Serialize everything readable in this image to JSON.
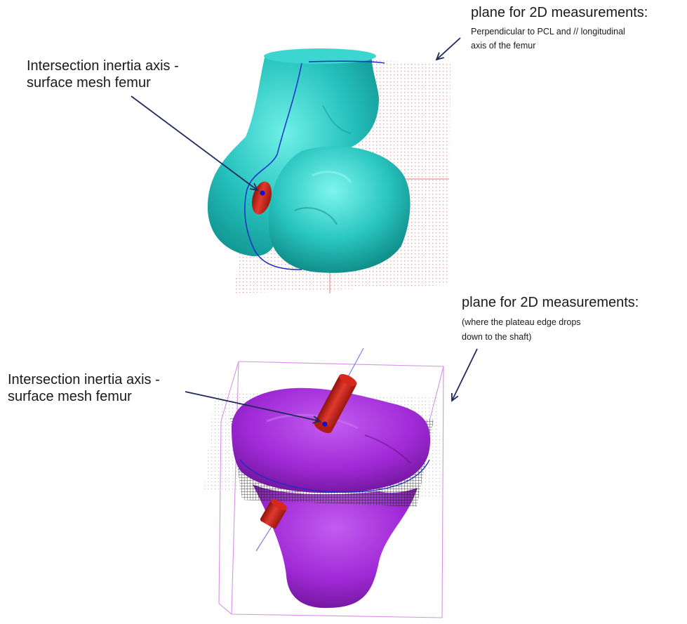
{
  "figure": {
    "top_panel": {
      "label_left_line1": "Intersection inertia axis -",
      "label_left_line2": "surface mesh femur",
      "label_right_title": "plane for 2D measurements:",
      "label_right_line1": "Perpendicular  to PCL and // longitudinal",
      "label_right_line2": "axis of the femur"
    },
    "bottom_panel": {
      "label_left_line1": "Intersection inertia axis -",
      "label_left_line2": "surface mesh femur",
      "label_right_title": "plane for 2D measurements:",
      "label_right_line1": "(where the plateau edge drops",
      "label_right_line2": "down to the shaft)"
    }
  },
  "colors": {
    "femur": "#2ec9c4",
    "tibia": "#a32ad8",
    "cylinder": "#cc2418",
    "axis_point": "#1010cc",
    "arrow": "#1f2a5a",
    "plane_dots": "#e6a0a0",
    "plane_grid": "#111111",
    "box_lines": "#d890e8"
  }
}
